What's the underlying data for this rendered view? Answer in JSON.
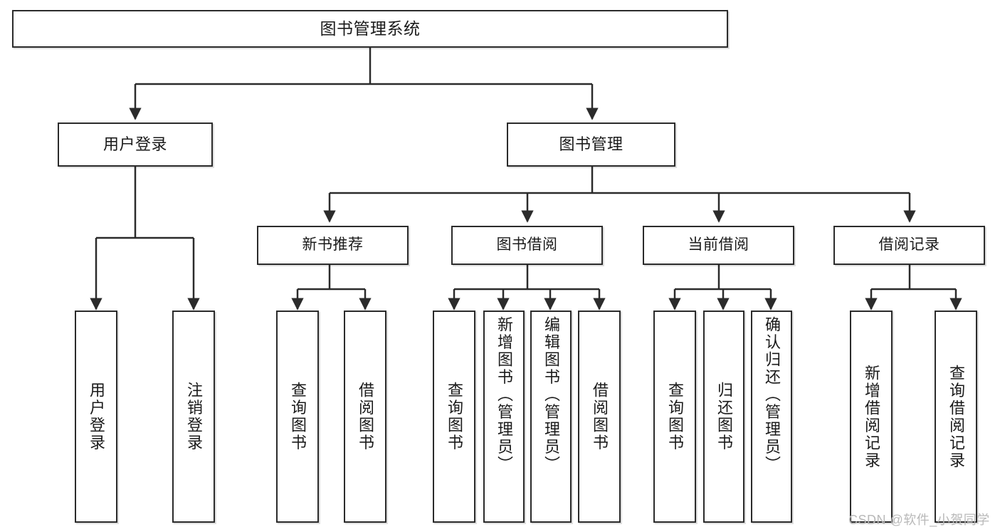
{
  "diagram": {
    "title": "图书管理系统",
    "type": "hierarchical-tree",
    "watermark": "CSDN @软件_小贺同学",
    "colors": {
      "box_border": "#2b2b2b",
      "box_fill": "#ffffff",
      "connector": "#2b2b2b",
      "text": "#1a1a1a",
      "watermark": "#b9b9b9"
    },
    "nodes": {
      "root": {
        "label": "图书管理系统"
      },
      "level2": [
        {
          "label": "用户登录"
        },
        {
          "label": "图书管理"
        }
      ],
      "level3": [
        {
          "label": "新书推荐"
        },
        {
          "label": "图书借阅"
        },
        {
          "label": "当前借阅"
        },
        {
          "label": "借阅记录"
        }
      ],
      "leaves": {
        "user_login": [
          {
            "label": "用户登录"
          },
          {
            "label": "注销登录"
          }
        ],
        "new_book_recommend": [
          {
            "label": "查询图书"
          },
          {
            "label": "借阅图书"
          }
        ],
        "book_borrow": [
          {
            "label": "查询图书"
          },
          {
            "label": "新增图书（管理员）"
          },
          {
            "label": "编辑图书（管理员）"
          },
          {
            "label": "借阅图书"
          }
        ],
        "current_borrow": [
          {
            "label": "查询图书"
          },
          {
            "label": "归还图书"
          },
          {
            "label": "确认归还（管理员）"
          }
        ],
        "borrow_record": [
          {
            "label": "新增借阅记录"
          },
          {
            "label": "查询借阅记录"
          }
        ]
      }
    }
  }
}
